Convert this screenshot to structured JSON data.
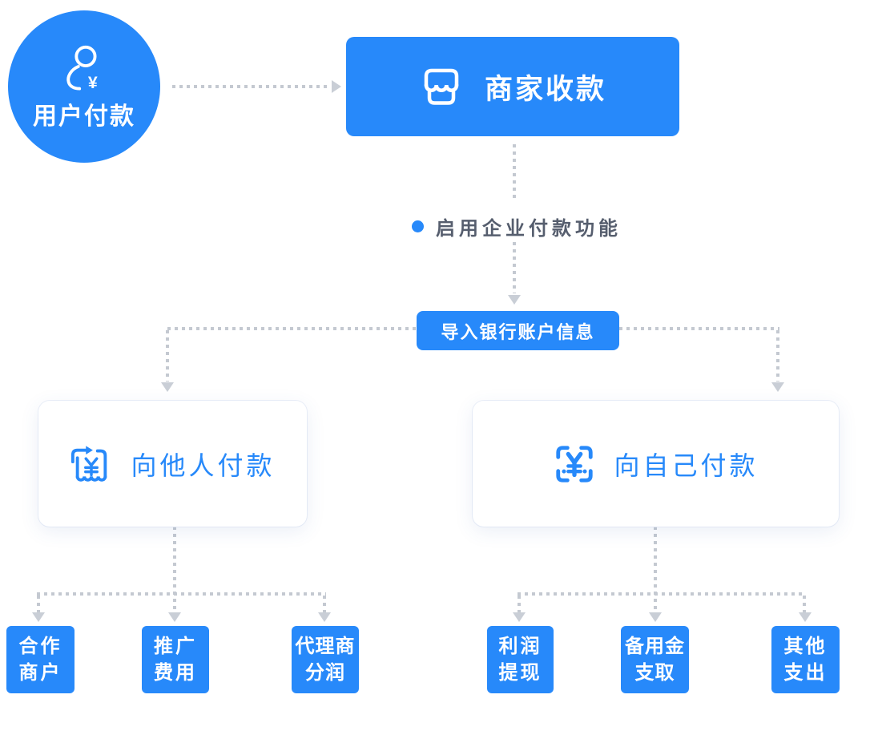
{
  "colors": {
    "primary_blue": "#2789fa",
    "label_gray": "#565e6e",
    "dotted_line_gray": "#c4c9d1",
    "arrow_gray": "#c9ced6",
    "card_background": "#ffffff"
  },
  "icons": {
    "user_payment": "user-yen-icon",
    "merchant_collect": "storefront-icon",
    "pay_others": "receipt-yen-arrow-icon",
    "pay_self": "scan-yen-icon",
    "yen_symbol": "¥"
  },
  "nodes": {
    "user_payment": {
      "label": "用户付款"
    },
    "merchant_collect": {
      "label": "商家收款"
    },
    "enable_step": {
      "label": "启用企业付款功能"
    },
    "import_bank": {
      "label": "导入银行账户信息"
    },
    "pay_others": {
      "label": "向他人付款"
    },
    "pay_self": {
      "label": "向自己付款"
    },
    "pay_others_children": [
      {
        "line1": "合作",
        "line2": "商户"
      },
      {
        "line1": "推广",
        "line2": "费用"
      },
      {
        "line1": "代理商",
        "line2": "分润"
      }
    ],
    "pay_self_children": [
      {
        "line1": "利润",
        "line2": "提现"
      },
      {
        "line1": "备用金",
        "line2": "支取"
      },
      {
        "line1": "其他",
        "line2": "支出"
      }
    ]
  }
}
